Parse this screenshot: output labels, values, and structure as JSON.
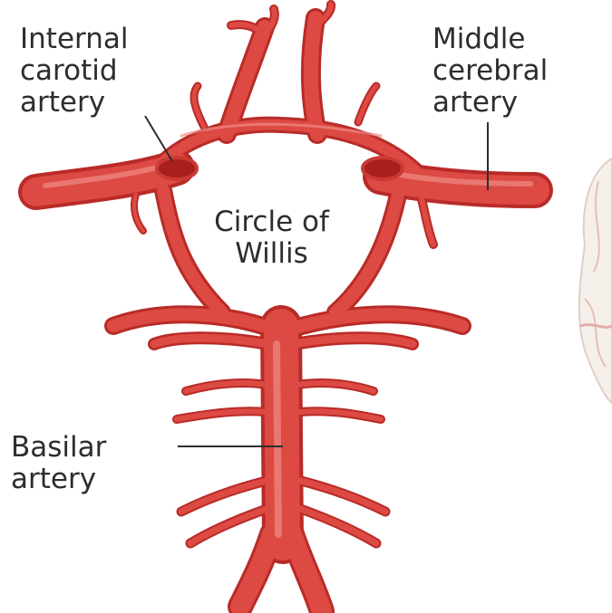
{
  "labels": {
    "internal_carotid": [
      "Internal",
      "carotid",
      "artery"
    ],
    "middle_cerebral": [
      "Middle",
      "cerebral",
      "artery"
    ],
    "circle_of_willis": [
      "Circle of",
      "Willis"
    ],
    "basilar": [
      "Basilar",
      "artery"
    ]
  },
  "colors": {
    "artery": "#d8453f",
    "artery_dark": "#b92b28",
    "artery_highlight": "#f08a84",
    "leader_line": "#2d2d2d",
    "text": "#2d2d2d"
  }
}
